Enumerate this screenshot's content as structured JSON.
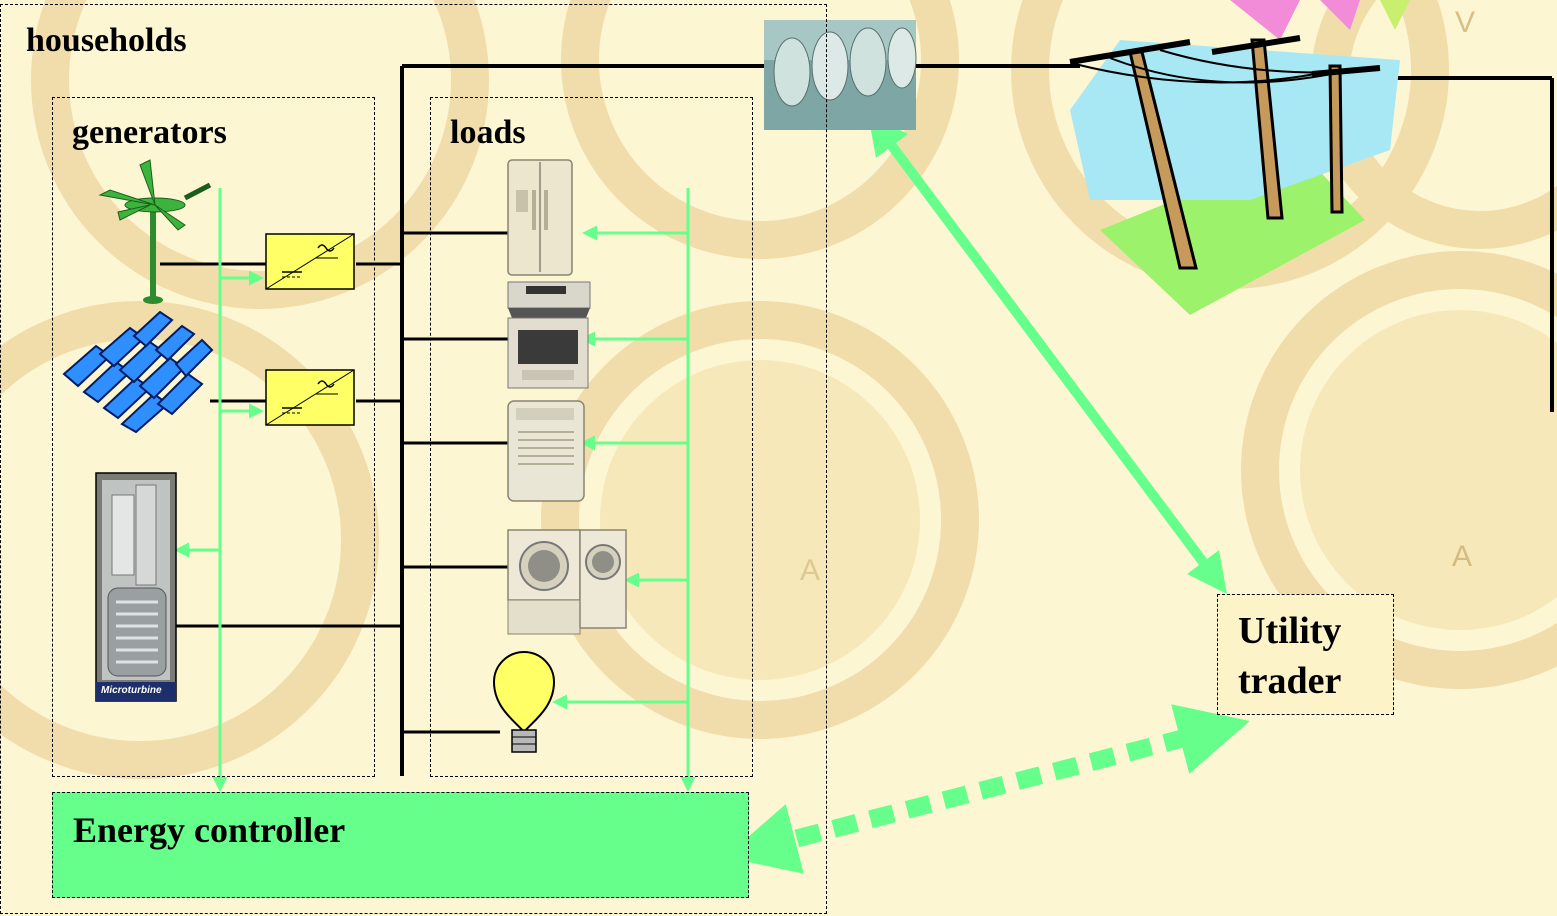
{
  "diagram": {
    "households_label": "households",
    "generators_label": "generators",
    "loads_label": "loads",
    "controller_label": "Energy controller",
    "trader_label_line1": "Utility",
    "trader_label_line2": "trader",
    "microturbine_label": "Microturbine",
    "gauge_letters": [
      "V",
      "A"
    ]
  },
  "colors": {
    "control_green": "#66ff8c",
    "inverter_yellow": "#ffff66",
    "background": "#fdf6d3"
  }
}
